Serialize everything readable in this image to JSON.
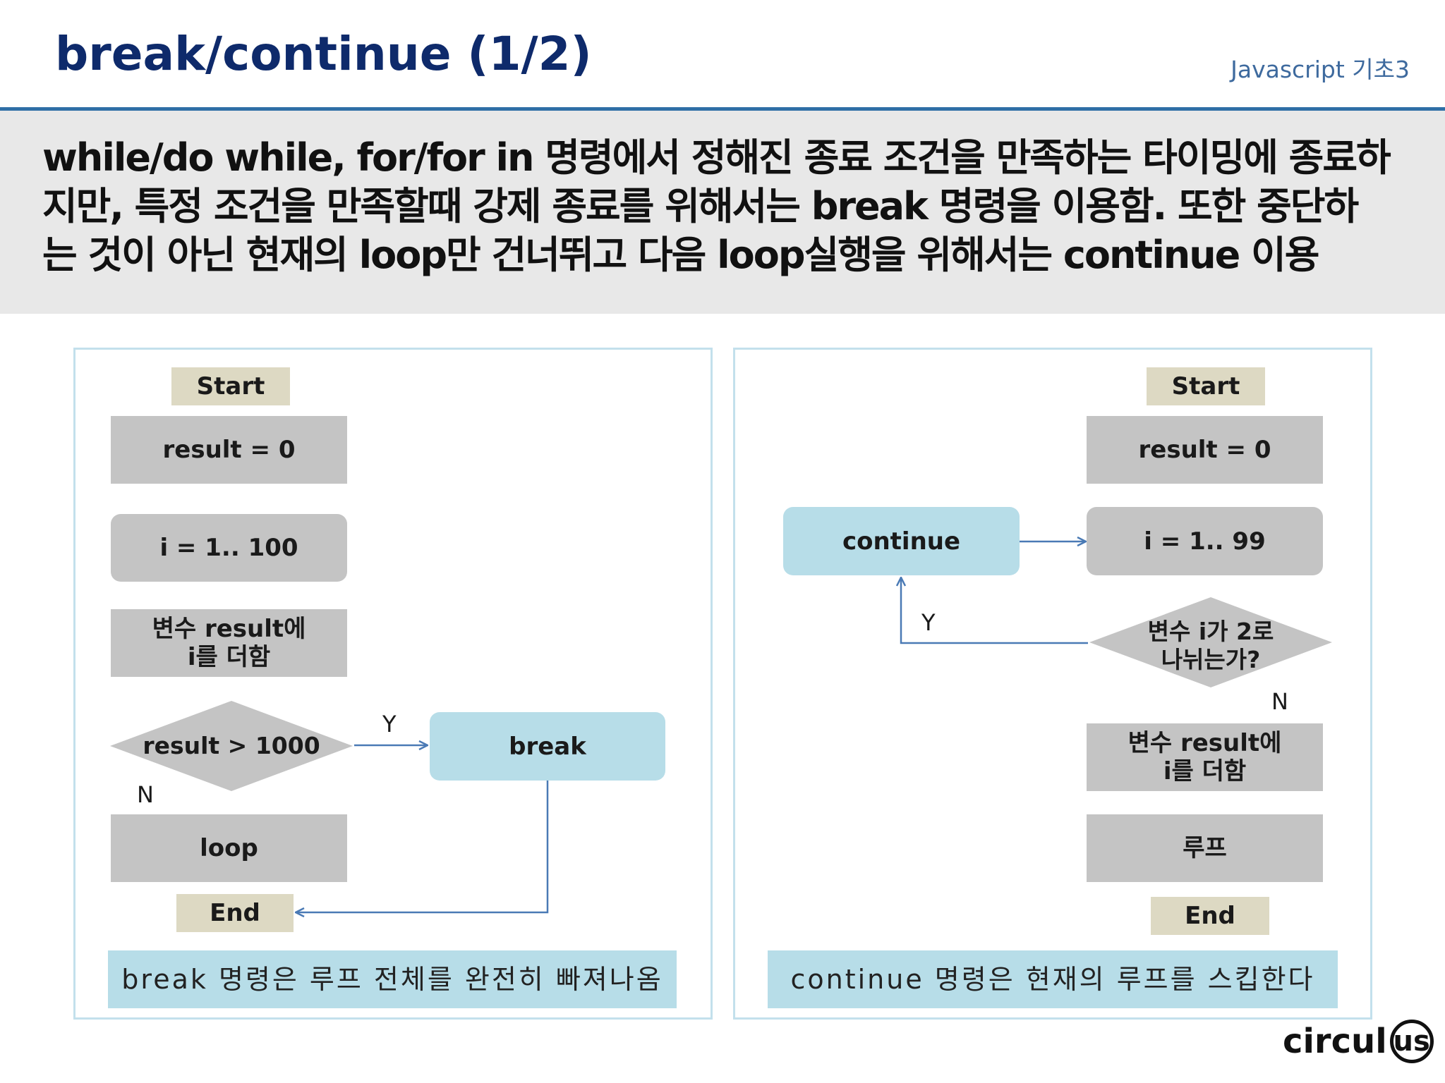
{
  "header": {
    "title": "break/continue (1/2)",
    "subtitle": "Javascript 기초3"
  },
  "intro": {
    "text": "while/do while, for/for in 명령에서 정해진 종료 조건을 만족하는 타이밍에 종료하\n지만, 특정 조건을 만족할때 강제 종료를 위해서는 break 명령을 이용함. 또한 중단하\n는 것이 아닌 현재의 loop만 건너뛰고 다음 loop실행을 위해서는 continue 이용"
  },
  "break_flow": {
    "start": "Start",
    "init": "result  =  0",
    "loop_range": "i  =  1..  100",
    "add": "변수 result에\ni를 더함",
    "condition": "result  >  1000",
    "yes_label": "Y",
    "no_label": "N",
    "break_box": "break",
    "loop": "loop",
    "end": "End",
    "caption": "break 명령은 루프 전체를 완전히 빠져나옴"
  },
  "continue_flow": {
    "start": "Start",
    "init": "result  =  0",
    "continue_box": "continue",
    "loop_range": "i  =  1..  99",
    "condition": "변수 i가 2로\n나뉘는가?",
    "yes_label": "Y",
    "no_label": "N",
    "add": "변수 result에\ni를 더함",
    "loop": "루프",
    "end": "End",
    "caption": "continue 명령은 현재의 루프를 스킵한다"
  },
  "logo": {
    "text": "circul",
    "circle_text": "us"
  },
  "colors": {
    "title": "#0e2a6b",
    "accent_rule": "#2f6fa6",
    "process_fill": "#c4c4c4",
    "terminal_fill": "#ddd9c3",
    "highlight_fill": "#b7dde8",
    "arrow": "#4a7ab5"
  }
}
